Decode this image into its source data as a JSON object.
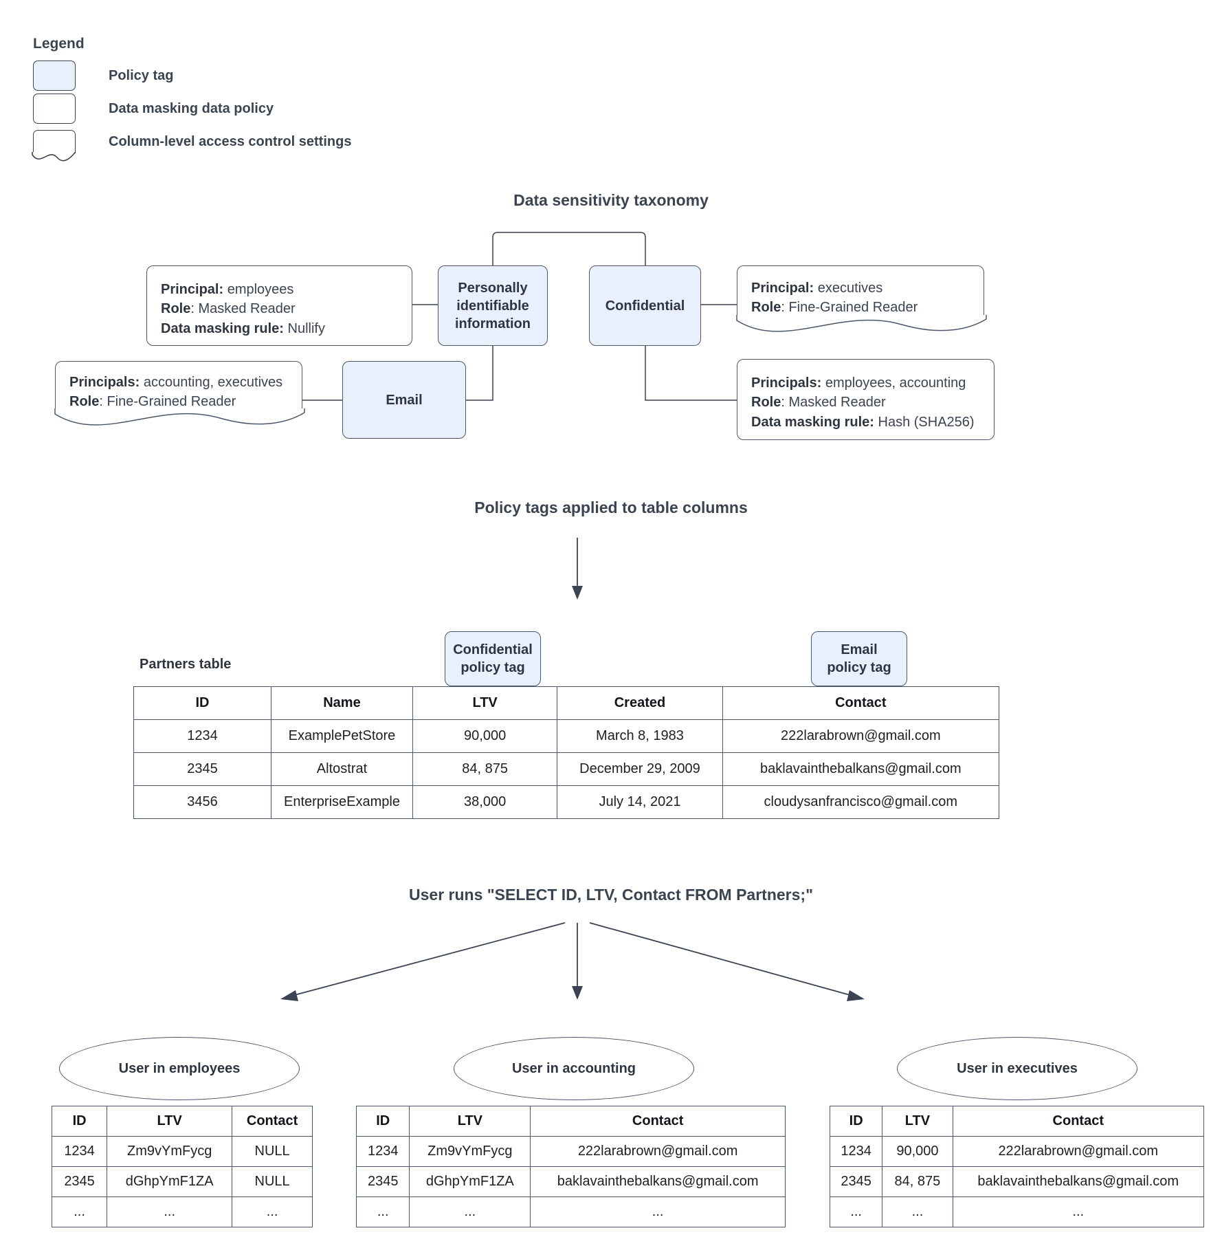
{
  "legend": {
    "title": "Legend",
    "items": [
      {
        "label": "Policy tag",
        "swatch": "policy-tag-swatch"
      },
      {
        "label": "Data masking data policy",
        "swatch": "data-masking-swatch"
      },
      {
        "label": "Column-level access control settings",
        "swatch": "column-access-swatch"
      }
    ]
  },
  "taxonomy": {
    "title": "Data sensitivity taxonomy",
    "tags": {
      "pii": "Personally identifiable information",
      "confidential": "Confidential",
      "email": "Email"
    },
    "pii_masking": {
      "principal_label": "Principal:",
      "principal_value": " employees",
      "role_label": "Role",
      "role_value": ": Masked Reader",
      "rule_label": "Data masking rule:",
      "rule_value": " Nullify"
    },
    "email_access": {
      "principal_label": "Principals:",
      "principal_value": " accounting, executives",
      "role_label": "Role",
      "role_value": ": Fine-Grained Reader"
    },
    "confidential_access": {
      "principal_label": "Principal:",
      "principal_value": " executives",
      "role_label": "Role",
      "role_value": ": Fine-Grained Reader"
    },
    "confidential_masking": {
      "principal_label": "Principals:",
      "principal_value": " employees, accounting",
      "role_label": "Role",
      "role_value": ": Masked Reader",
      "rule_label": "Data masking rule:",
      "rule_value": " Hash (SHA256)"
    }
  },
  "applied": {
    "title": "Policy tags applied to table columns",
    "caption": "Partners table",
    "tags": {
      "confidential": "Confidential\npolicy tag",
      "confidential_l1": "Confidential",
      "confidential_l2": "policy tag",
      "email_l1": "Email",
      "email_l2": "policy tag"
    },
    "columns": [
      "ID",
      "Name",
      "LTV",
      "Created",
      "Contact"
    ],
    "rows": [
      [
        "1234",
        "ExamplePetStore",
        "90,000",
        "March 8, 1983",
        "222larabrown@gmail.com"
      ],
      [
        "2345",
        "Altostrat",
        "84, 875",
        "December 29, 2009",
        "baklavainthebalkans@gmail.com"
      ],
      [
        "3456",
        "EnterpriseExample",
        "38,000",
        "July 14, 2021",
        "cloudysanfrancisco@gmail.com"
      ]
    ]
  },
  "query": {
    "title": "User runs \"SELECT ID, LTV, Contact FROM Partners;\"",
    "results": [
      {
        "actor": "User in employees",
        "columns": [
          "ID",
          "LTV",
          "Contact"
        ],
        "rows": [
          [
            "1234",
            "Zm9vYmFycg",
            "NULL"
          ],
          [
            "2345",
            "dGhpYmF1ZA",
            "NULL"
          ],
          [
            "...",
            "...",
            "..."
          ]
        ]
      },
      {
        "actor": "User in accounting",
        "columns": [
          "ID",
          "LTV",
          "Contact"
        ],
        "rows": [
          [
            "1234",
            "Zm9vYmFycg",
            "222larabrown@gmail.com"
          ],
          [
            "2345",
            "dGhpYmF1ZA",
            "baklavainthebalkans@gmail.com"
          ],
          [
            "...",
            "...",
            "..."
          ]
        ]
      },
      {
        "actor": "User in executives",
        "columns": [
          "ID",
          "LTV",
          "Contact"
        ],
        "rows": [
          [
            "1234",
            "90,000",
            "222larabrown@gmail.com"
          ],
          [
            "2345",
            "84, 875",
            "baklavainthebalkans@gmail.com"
          ],
          [
            "...",
            "...",
            "..."
          ]
        ]
      }
    ]
  },
  "colors": {
    "policy_tag_fill": "#e8f1fb",
    "border": "#4c566a",
    "text": "#2e3440"
  }
}
